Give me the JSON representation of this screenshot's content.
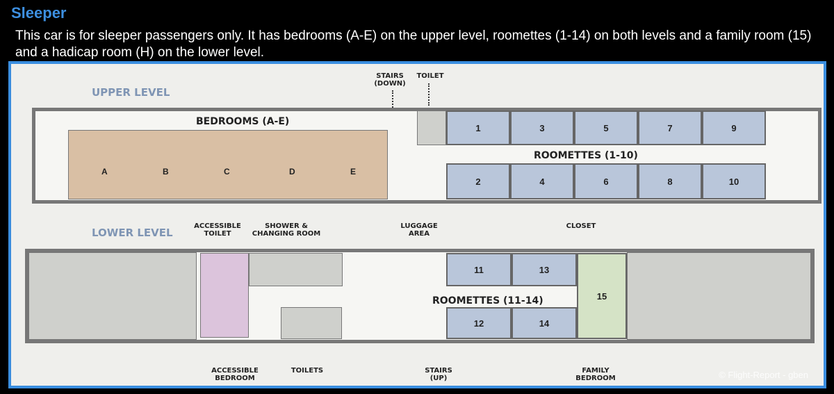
{
  "title": "Sleeper",
  "description": "This car is for sleeper passengers only. It has bedrooms (A-E) on the upper level, roomettes (1-14) on both levels and a family room (15) and a hadicap room (H) on the lower level.",
  "upper": {
    "level": "UPPER LEVEL",
    "bedrooms_label": "BEDROOMS (A-E)",
    "roomettes_label": "ROOMETTES (1-10)",
    "stairs": "STAIRS (DOWN)",
    "toilet": "TOILET",
    "bedrooms": [
      "A",
      "B",
      "C",
      "D",
      "E"
    ],
    "top_row": [
      "1",
      "3",
      "5",
      "7",
      "9"
    ],
    "bottom_row": [
      "2",
      "4",
      "6",
      "8",
      "10"
    ]
  },
  "lower": {
    "level": "LOWER LEVEL",
    "accessible_toilet": "ACCESSIBLE TOILET",
    "shower": "SHOWER & CHANGING ROOM",
    "luggage": "LUGGAGE AREA",
    "closet": "CLOSET",
    "roomettes_label": "ROOMETTES (11-14)",
    "top_row": [
      "11",
      "13"
    ],
    "bottom_row": [
      "12",
      "14"
    ],
    "family_num": "15",
    "accessible_bedroom": "ACCESSIBLE BEDROOM",
    "toilets": "TOILETS",
    "stairs": "STAIRS (UP)",
    "family_bedroom": "FAMILY BEDROOM"
  },
  "watermark": "© Flight-Report - gben"
}
